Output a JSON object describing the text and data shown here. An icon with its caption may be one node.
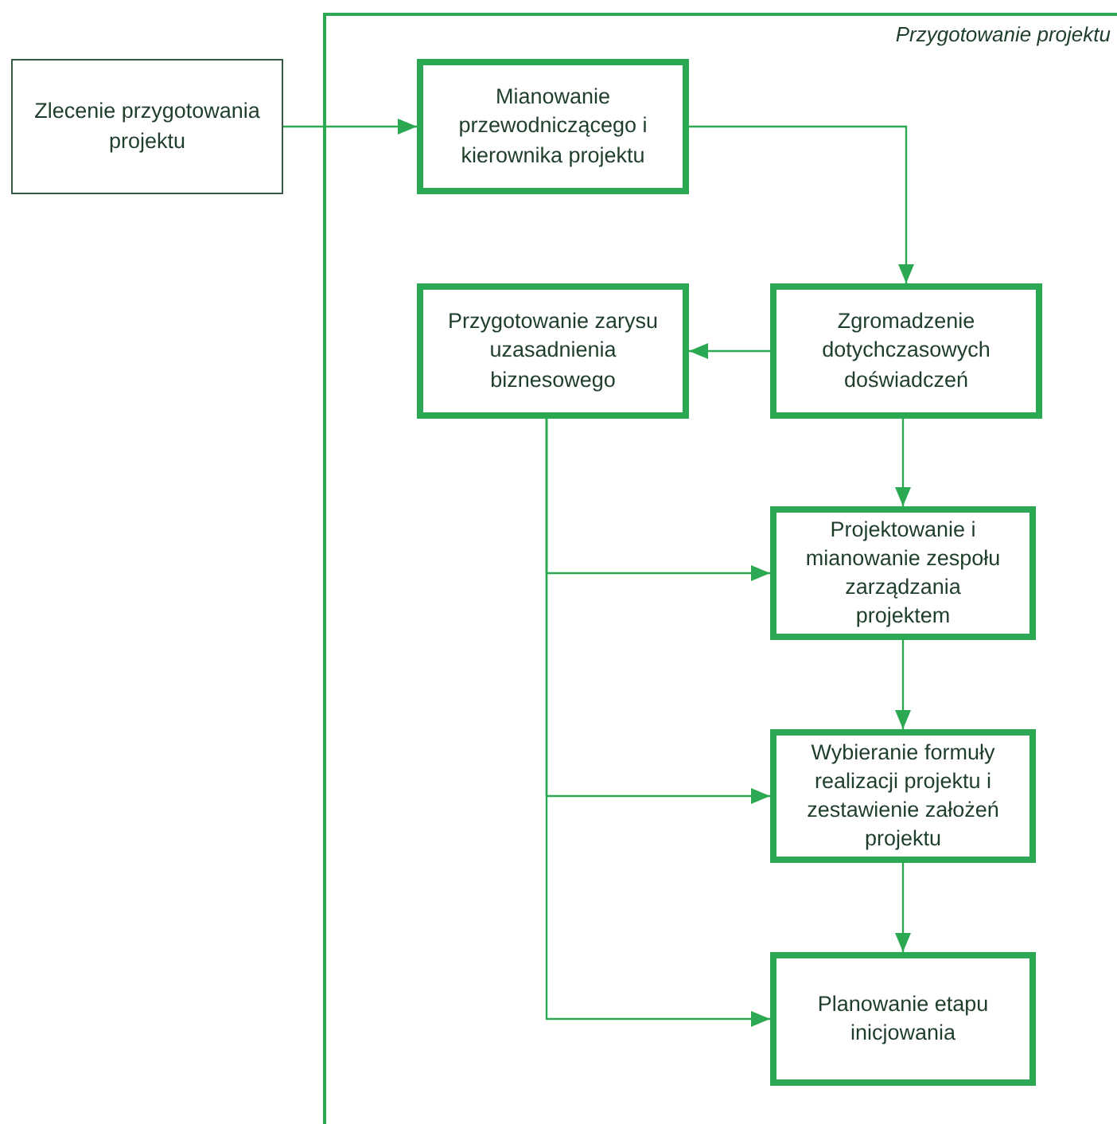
{
  "diagram": {
    "nodes": [
      {
        "text": [
          "Zlecenie przygotowania projektu"
        ]
      },
      {
        "text": [
          "Przygotowanie projektu"
        ]
      },
      {
        "text": [
          "Mianowanie przewodniczącego i kierownika projektu"
        ],
        "in": 1
      },
      {
        "text": [
          "Przygotowanie zarysu uzasadnienia biznesowego"
        ],
        "in": 1
      },
      {
        "text": [
          "Zgromadzenie dotychczasowych doświadczeń"
        ],
        "in": 1
      },
      {
        "text": [
          "Projektowanie i mianowanie zespołu zarządzania projektem"
        ],
        "in": 1
      },
      {
        "text": [
          "Wybieranie formuły realizacji projektu i zestawienie założeń projektu"
        ],
        "in": 1
      },
      {
        "text": [
          "Planowanie etapu inicjowania"
        ],
        "in": 1
      }
    ],
    "edges": [
      {
        "from": 0,
        "to": 2,
        "arrow": "to"
      },
      {
        "from": 2,
        "to": 4,
        "arrow": "to"
      },
      {
        "from": 4,
        "to": 3,
        "arrow": "to"
      },
      {
        "from": 4,
        "to": 5,
        "arrow": "to"
      },
      {
        "from": 5,
        "to": 6,
        "arrow": "to"
      },
      {
        "from": 6,
        "to": 7,
        "arrow": "to"
      },
      {
        "from": 3,
        "to": 5,
        "arrow": "to"
      },
      {
        "from": 3,
        "to": 6,
        "arrow": "to"
      },
      {
        "from": 3,
        "to": 7,
        "arrow": "to"
      }
    ]
  }
}
